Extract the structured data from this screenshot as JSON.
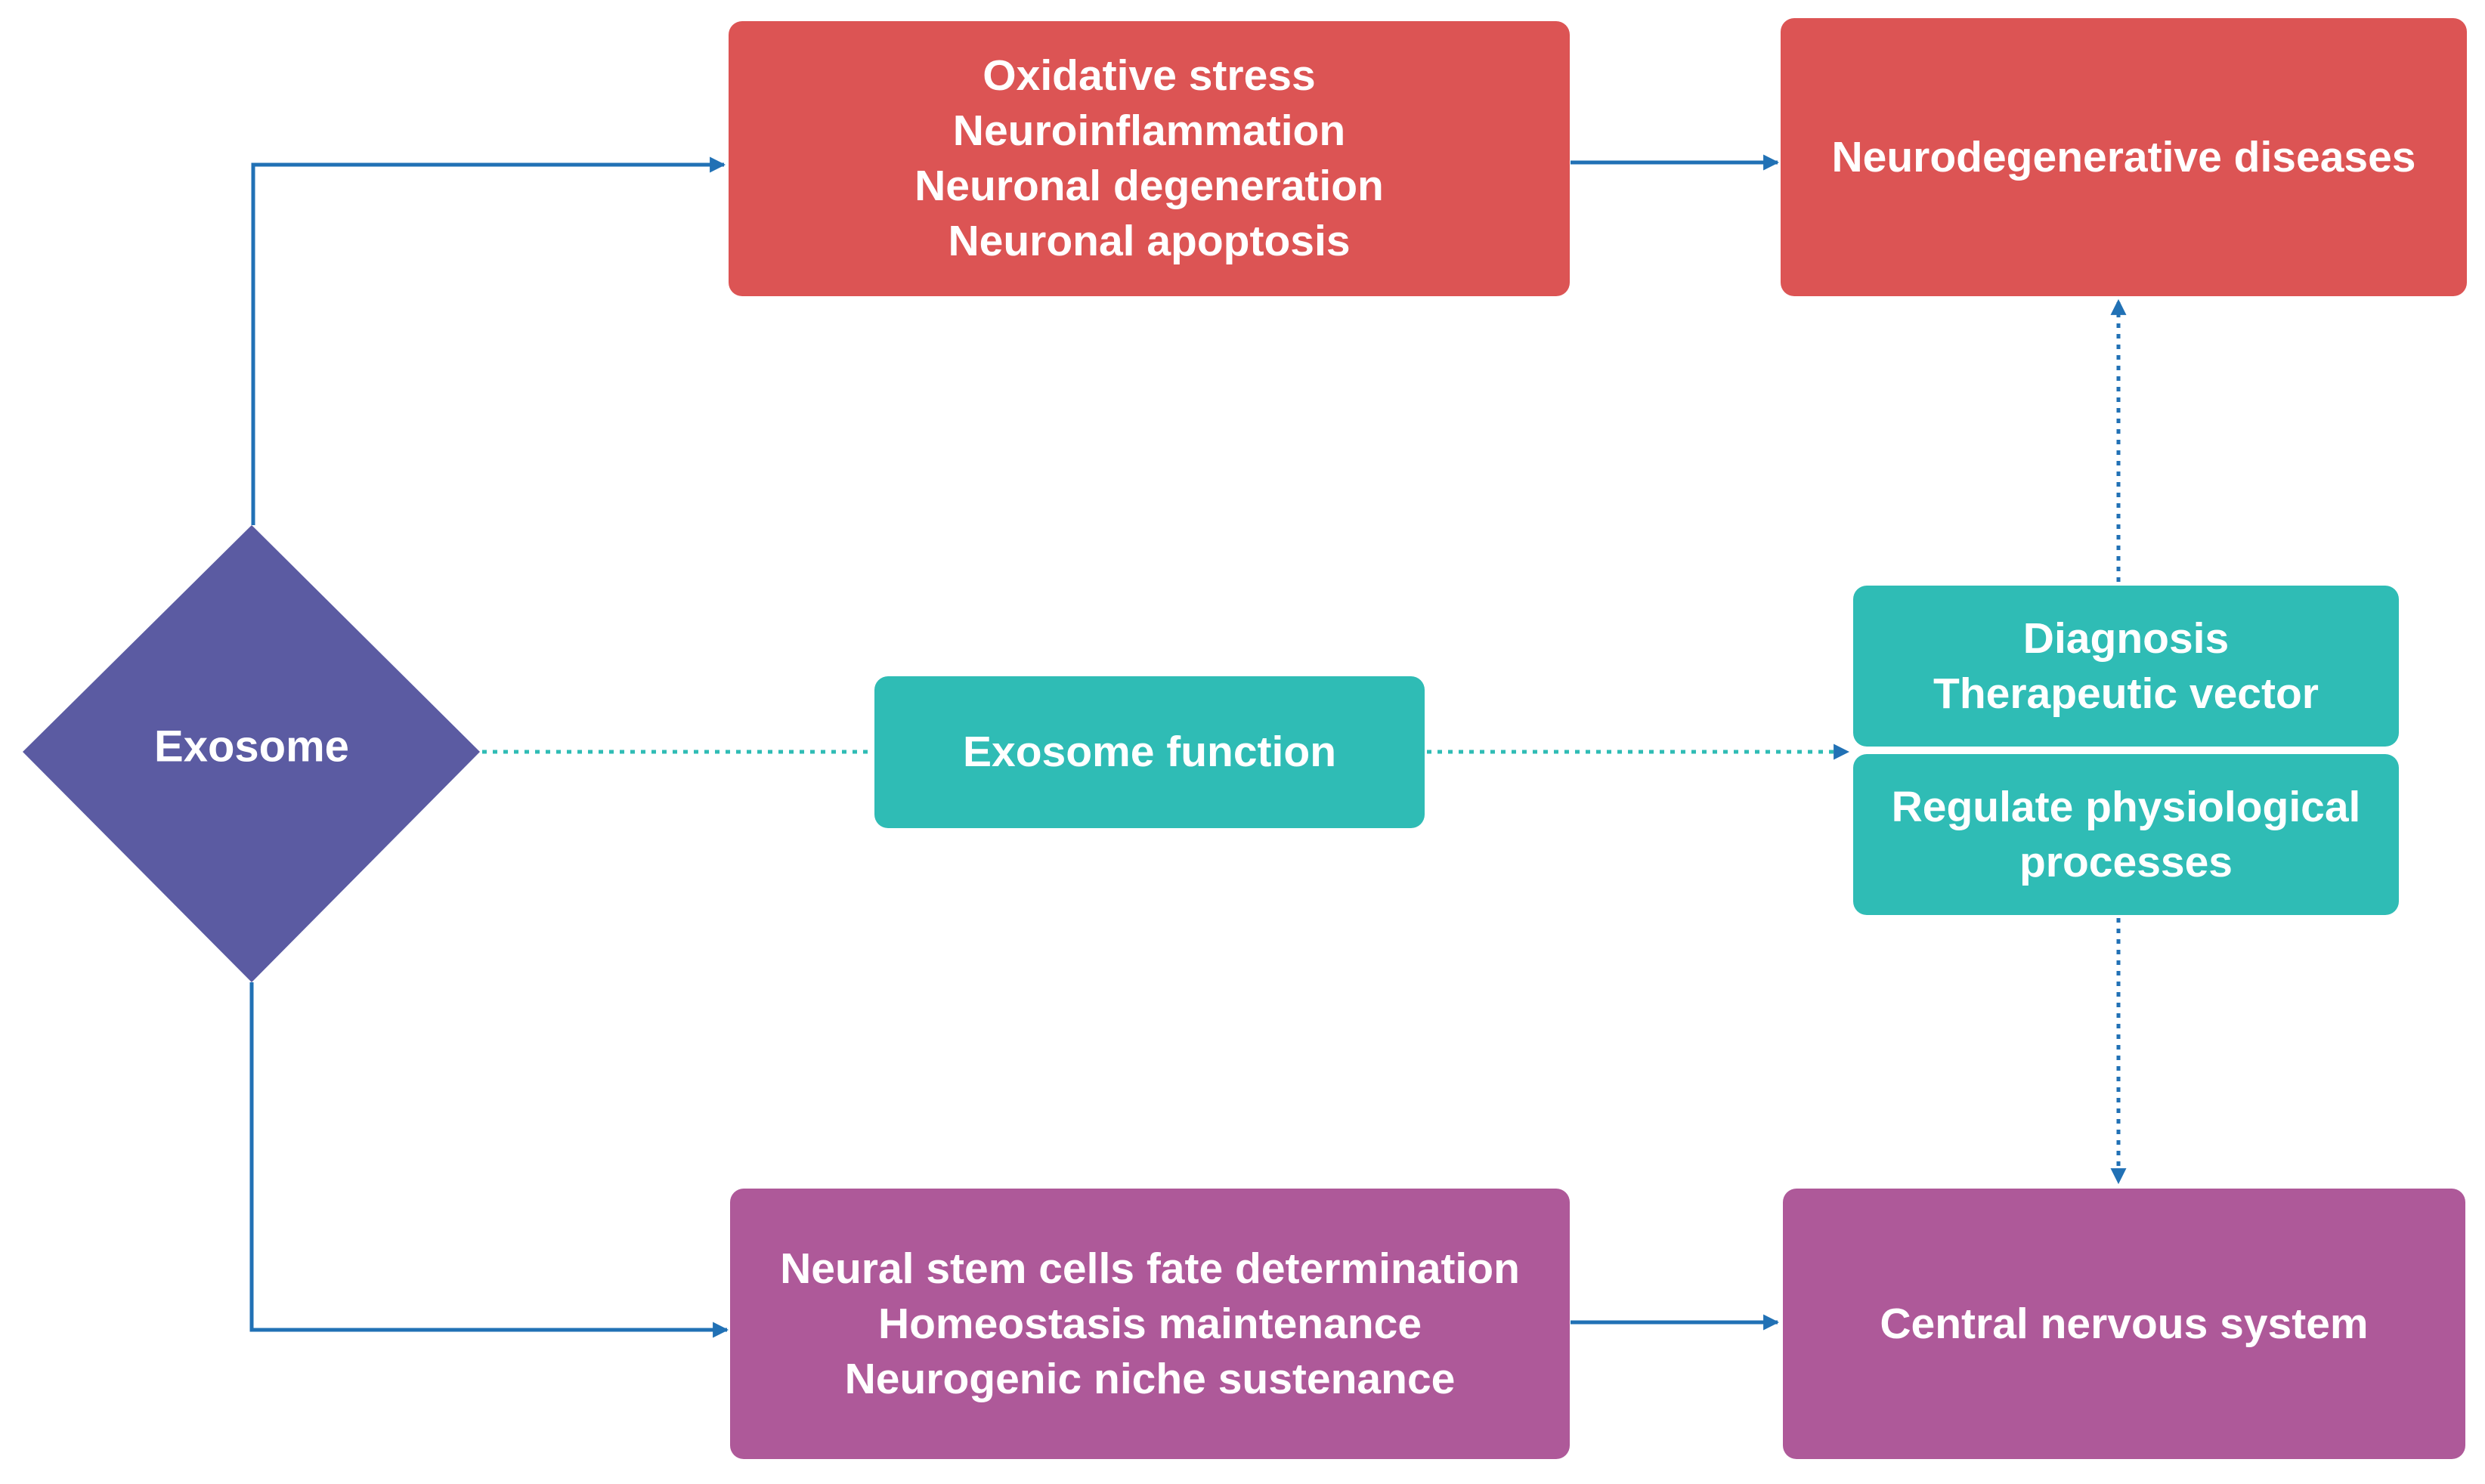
{
  "colors": {
    "red": "#DC5454",
    "teal": "#2FBCB5",
    "purple": "#AE5999",
    "diamond": "#5B5BA2",
    "arrow": "#2171B5"
  },
  "exosome": {
    "label": "Exosome"
  },
  "mechanisms": {
    "lines": [
      "Oxidative stress",
      "Neuroinflammation",
      "Neuronal degeneration",
      "Neuronal apoptosis"
    ]
  },
  "neurodegenerative": {
    "label": "Neurodegenerative diseases"
  },
  "function": {
    "label": "Exosome function"
  },
  "diagnosis": {
    "lines": [
      "Diagnosis",
      "Therapeutic vector"
    ]
  },
  "regulate": {
    "lines": [
      "Regulate physiological",
      "processes"
    ]
  },
  "stem_cells": {
    "lines": [
      "Neural stem cells fate determination",
      "Homeostasis maintenance",
      "Neurogenic niche sustenance"
    ]
  },
  "cns": {
    "label": "Central nervous system"
  }
}
